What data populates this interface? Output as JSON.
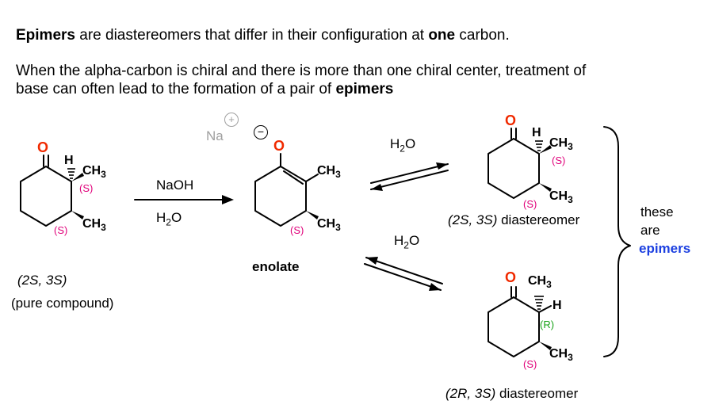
{
  "intro": {
    "line1_bold": "Epimers",
    "line1_rest": " are diastereomers that differ in their configuration at ",
    "line1_bold2": "one",
    "line1_end": " carbon.",
    "line2": "When the alpha-carbon is chiral and there is more than one chiral center, treatment of",
    "line3_start": "base can often lead to the formation of a pair of ",
    "line3_bold": "epimers"
  },
  "atoms": {
    "O": "O",
    "H": "H",
    "CH3_main": "CH",
    "sub3": "3",
    "Na": "Na",
    "plus": "+",
    "minus": "−"
  },
  "reagents": {
    "naoh": "NaOH",
    "water": "H",
    "water_sub": "2",
    "water_o": "O"
  },
  "config": {
    "S": "(S)",
    "R": "(R)"
  },
  "labels": {
    "start_name": "(2S, 3S)",
    "start_note": "(pure compound)",
    "enolate": "enolate",
    "prod1_name": "(2S, 3S)",
    "prod1_rest": " diastereomer",
    "prod2_name": "(2R, 3S)",
    "prod2_rest": " diastereomer",
    "these": "these",
    "are": "are",
    "epimers": "epimers"
  },
  "colors": {
    "oxygen": "#f02a00",
    "stereo_S": "#e0007a",
    "stereo_R": "#1aa31a",
    "epimers": "#1b3fe0"
  }
}
